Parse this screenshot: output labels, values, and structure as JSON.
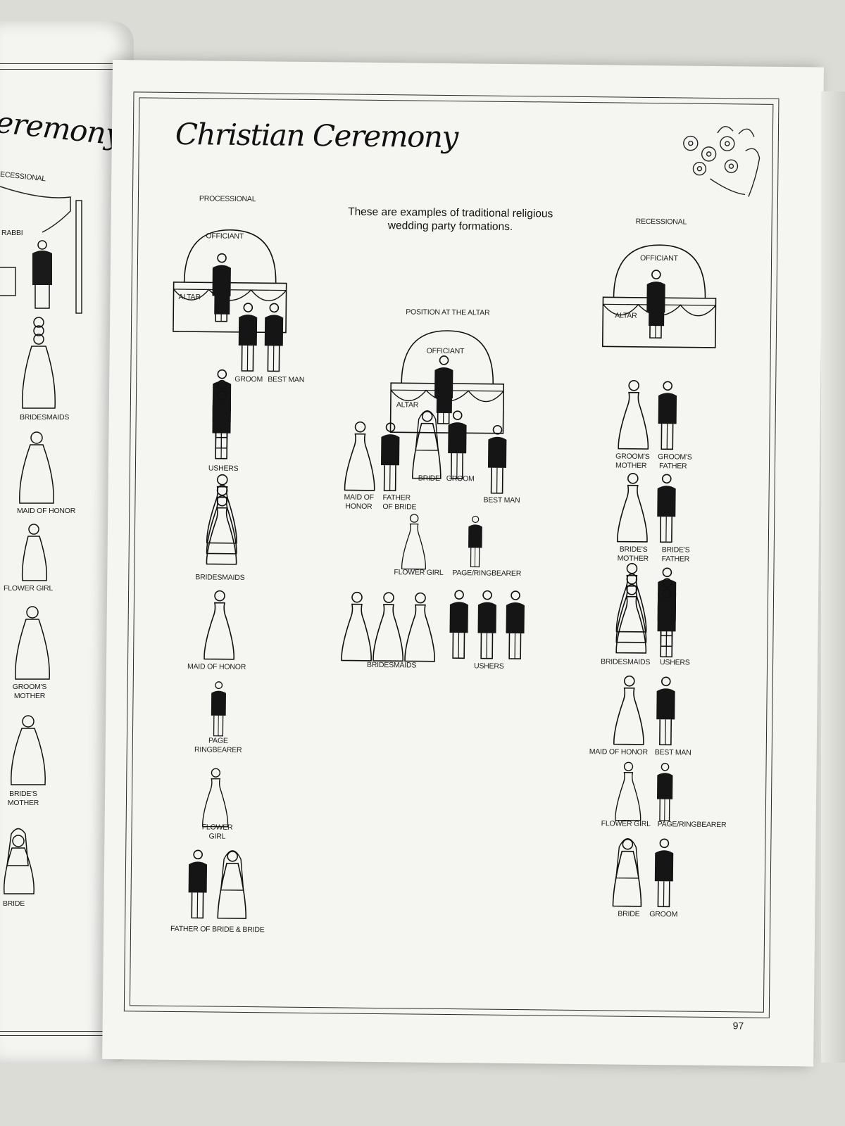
{
  "left_page": {
    "title": "eremony",
    "labels": {
      "recessional": "ECESSIONAL",
      "rabbi": "RABBI",
      "bridesmaids": "BRIDESMAIDS",
      "maid_of_honor": "MAID OF HONOR",
      "flower_girl": "FLOWER GIRL",
      "grooms_mother": "GROOM'S MOTHER",
      "brides_mother": "BRIDE'S MOTHER",
      "bride": "BRIDE"
    }
  },
  "page": {
    "title": "Christian Ceremony",
    "intro": "These are examples of traditional religious wedding party formations.",
    "page_number": "97"
  },
  "processional": {
    "heading": "PROCESSIONAL",
    "officiant": "OFFICIANT",
    "altar": "ALTAR",
    "groom": "GROOM",
    "best_man": "BEST MAN",
    "ushers": "USHERS",
    "bridesmaids": "BRIDESMAIDS",
    "maid_of_honor": "MAID OF HONOR",
    "page": "PAGE",
    "ringbearer": "RINGBEARER",
    "flower": "FLOWER",
    "girl": "GIRL",
    "father_and_bride": "FATHER OF BRIDE & BRIDE"
  },
  "altar_position": {
    "heading": "POSITION AT THE ALTAR",
    "officiant": "OFFICIANT",
    "altar": "ALTAR",
    "maid_of": "MAID OF",
    "honor": "HONOR",
    "father": "FATHER",
    "of_bride": "OF BRIDE",
    "bride": "BRIDE",
    "groom": "GROOM",
    "best_man": "BEST MAN",
    "flower_girl": "FLOWER GIRL",
    "page_ringbearer": "PAGE/RINGBEARER",
    "bridesmaids": "BRIDESMAIDS",
    "ushers": "USHERS"
  },
  "recessional": {
    "heading": "RECESSIONAL",
    "officiant": "OFFICIANT",
    "altar": "ALTAR",
    "grooms": "GROOM'S",
    "mother": "MOTHER",
    "grooms2": "GROOM'S",
    "father": "FATHER",
    "brides": "BRIDE'S",
    "mother2": "MOTHER",
    "brides2": "BRIDE'S",
    "father2": "FATHER",
    "bridesmaids": "BRIDESMAIDS",
    "ushers": "USHERS",
    "maid_of_honor": "MAID OF HONOR",
    "best_man": "BEST MAN",
    "flower_girl": "FLOWER GIRL",
    "page_ringbearer": "PAGE/RINGBEARER",
    "bride": "BRIDE",
    "groom": "GROOM"
  }
}
